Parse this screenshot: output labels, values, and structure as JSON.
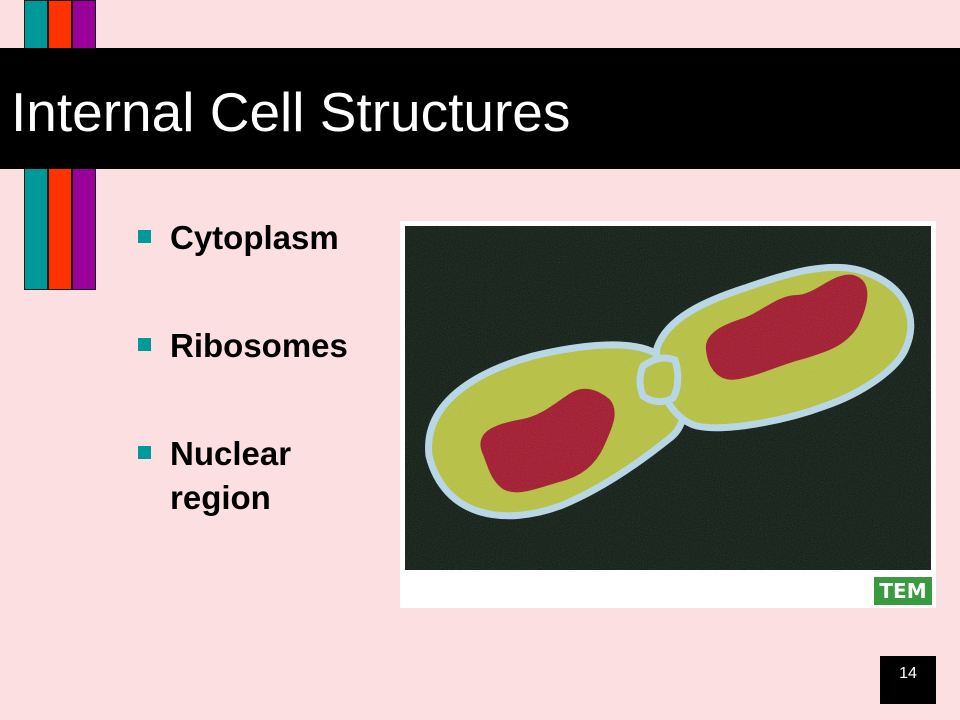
{
  "slide": {
    "title": "Internal Cell Structures",
    "bullets": [
      {
        "label": "Cytoplasm"
      },
      {
        "label": "Ribosomes"
      },
      {
        "label": "Nuclear region"
      }
    ],
    "image": {
      "label": "TEM",
      "subject_icon": "dividing-bacterium-micrograph"
    },
    "page_number": "14"
  },
  "colors": {
    "background": "#fbdfe1",
    "title_bar": "#000000",
    "title_text": "#ffffff",
    "stripe_teal": "#009999",
    "stripe_red": "#ff3300",
    "stripe_purple": "#990099",
    "bullet_marker": "#009999",
    "tem_badge": "#3a9a3f",
    "micrograph_background": "#0e1a12",
    "cell_membrane": "#b9d9ea",
    "cytoplasm": "#b8c23f",
    "nuclear_region": "#a3162c"
  }
}
